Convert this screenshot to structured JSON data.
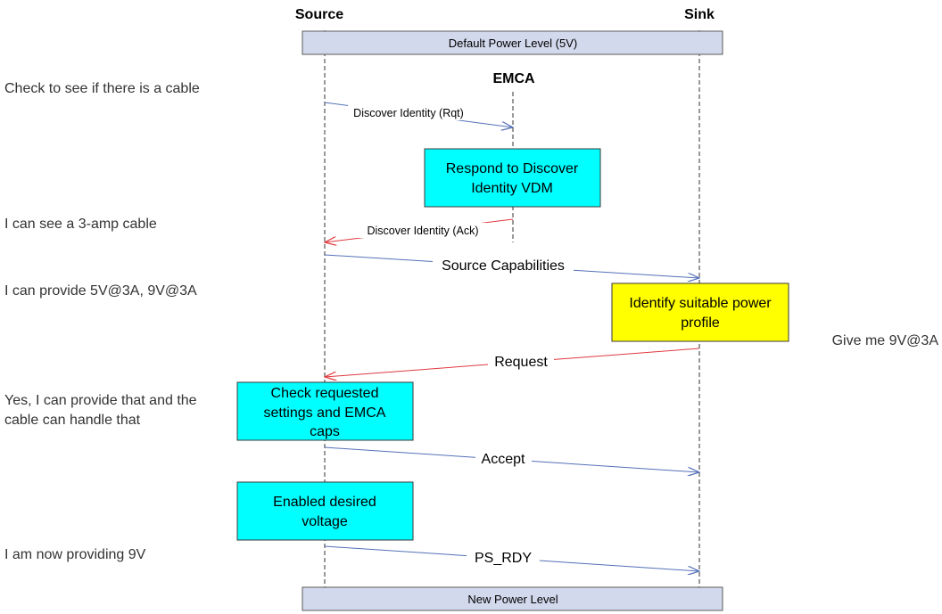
{
  "participants": {
    "source": "Source",
    "emca": "EMCA",
    "sink": "Sink"
  },
  "bars": {
    "top": "Default Power Level (5V)",
    "bottom": "New Power Level"
  },
  "notes": {
    "check_cable": "Check to see if there is a cable",
    "see_cable": "I can see a 3-amp cable",
    "can_provide": "I can provide 5V@3A, 9V@3A",
    "yes_line1": "Yes, I can provide that and the",
    "yes_line2": "cable can handle that",
    "now_providing": "I am now providing 9V",
    "give_me": "Give me 9V@3A"
  },
  "messages": {
    "discover_rqt": "Discover Identity (Rqt)",
    "discover_ack": "Discover Identity (Ack)",
    "source_caps": "Source Capabilities",
    "request": "Request",
    "accept": "Accept",
    "ps_rdy": "PS_RDY"
  },
  "boxes": {
    "respond_line1": "Respond to Discover",
    "respond_line2": "Identity VDM",
    "identify_line1": "Identify suitable power",
    "identify_line2": "profile",
    "check_line1": "Check requested",
    "check_line2": "settings and EMCA",
    "check_line3": "caps",
    "enabled_line1": "Enabled desired",
    "enabled_line2": "voltage"
  },
  "colors": {
    "blue_arrow": "#5470b8",
    "red_arrow": "#e0393e",
    "cyan_box": "#00ffff",
    "yellow_box": "#ffff00",
    "bar_fill": "#d2d9ec"
  }
}
